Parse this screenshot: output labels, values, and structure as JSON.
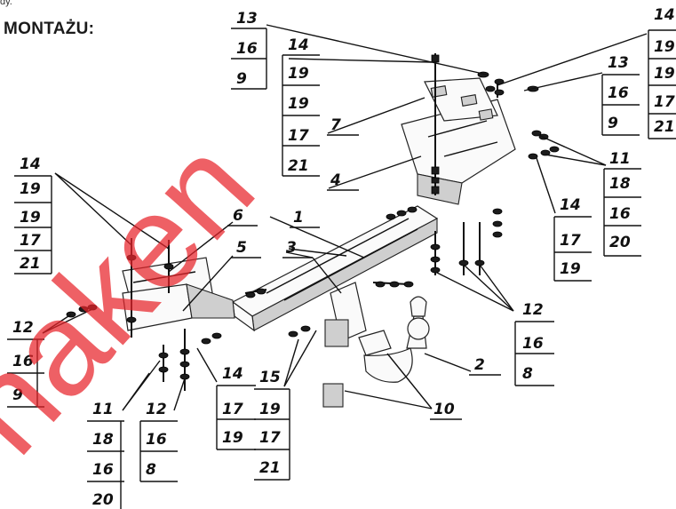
{
  "header": {
    "top_fragment": "dy.",
    "title": "MONTAŻU:"
  },
  "watermark": "haken",
  "labels": {
    "l1": "1",
    "l2": "2",
    "l3": "3",
    "l4": "4",
    "l5": "5",
    "l6": "6",
    "l7": "7",
    "l10": "10",
    "l14": "14",
    "g1": [
      "13",
      "16",
      "9"
    ],
    "g2": [
      "14",
      "19",
      "19",
      "17",
      "21"
    ],
    "g3": [
      "14",
      "19",
      "19",
      "17",
      "21"
    ],
    "g4": [
      "13",
      "16",
      "9"
    ],
    "g5": [
      "11",
      "18",
      "16",
      "20"
    ],
    "g6": [
      "14",
      "17",
      "19"
    ],
    "g7": [
      "14",
      "19",
      "19",
      "17",
      "21"
    ],
    "g8": [
      "12",
      "16",
      "9"
    ],
    "g9": [
      "12",
      "16",
      "8"
    ],
    "g10": [
      "11",
      "18",
      "16",
      "20"
    ],
    "g11": [
      "12",
      "16",
      "8"
    ],
    "g12": [
      "17",
      "19"
    ],
    "g13": [
      "15",
      "19",
      "17",
      "21"
    ]
  },
  "colors": {
    "watermark": "#e8242a",
    "ink": "#111111"
  }
}
